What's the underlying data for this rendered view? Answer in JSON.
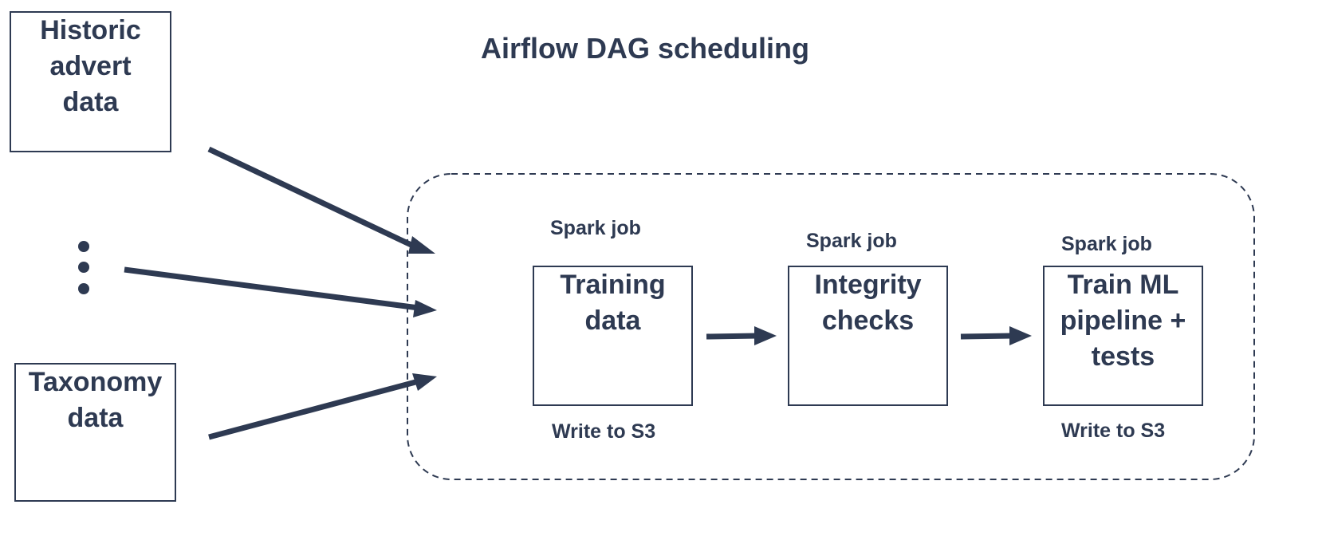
{
  "title": "Airflow DAG scheduling",
  "sources": {
    "historic": [
      "Historic",
      "advert",
      "data"
    ],
    "ellipsis": "⋮",
    "taxonomy": [
      "Taxonomy",
      "data"
    ]
  },
  "steps": [
    {
      "top_label": "Spark job",
      "name": [
        "Training",
        "data"
      ],
      "bottom_label": "Write to S3"
    },
    {
      "top_label": "Spark job",
      "name": [
        "Integrity",
        "checks"
      ],
      "bottom_label": ""
    },
    {
      "top_label": "Spark job",
      "name": [
        "Train ML",
        "pipeline +",
        "tests"
      ],
      "bottom_label": "Write to S3"
    }
  ],
  "colors": {
    "ink": "#2e3a52",
    "background": "#ffffff"
  }
}
